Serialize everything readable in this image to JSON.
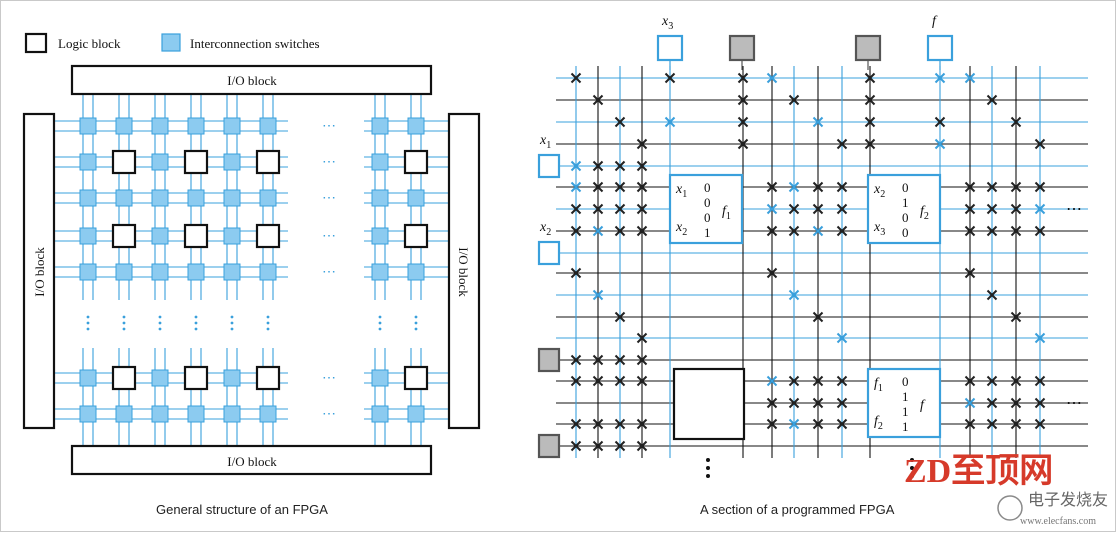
{
  "colors": {
    "blue": "#3aa0dc",
    "switch_fill": "#8ccbf0",
    "black": "#111111",
    "cross_black": "#222222",
    "cross_blue": "#3aa0dc",
    "watermark_red": "#d63a2a",
    "watermark_gray": "#8a8a8a"
  },
  "left": {
    "legend": {
      "logic_block": "Logic block",
      "interconnection_switches": "Interconnection switches"
    },
    "io_block_top": "I/O block",
    "io_block_bottom": "I/O block",
    "io_block_left": "I/O block",
    "io_block_right": "I/O block",
    "ellipsis": "⋯",
    "caption": "General structure of an FPGA"
  },
  "right": {
    "top_pins": [
      {
        "label": "x",
        "sub": "3",
        "color": "blue"
      },
      {
        "label": "",
        "sub": "",
        "color": "gray"
      },
      {
        "label": "",
        "sub": "",
        "color": "gray"
      },
      {
        "label": "f",
        "sub": "",
        "color": "blue"
      }
    ],
    "left_pins": [
      {
        "label": "x",
        "sub": "1",
        "color": "blue"
      },
      {
        "label": "x",
        "sub": "2",
        "color": "blue"
      },
      {
        "label": "",
        "sub": "",
        "color": "gray"
      },
      {
        "label": "",
        "sub": "",
        "color": "gray"
      }
    ],
    "lut1": {
      "input_top": {
        "label": "x",
        "sub": "1"
      },
      "input_bottom": {
        "label": "x",
        "sub": "2"
      },
      "bits": [
        "0",
        "0",
        "0",
        "1"
      ],
      "output": {
        "label": "f",
        "sub": "1"
      }
    },
    "lut2": {
      "input_top": {
        "label": "x",
        "sub": "2"
      },
      "input_bottom": {
        "label": "x",
        "sub": "3"
      },
      "bits": [
        "0",
        "1",
        "0",
        "0"
      ],
      "output": {
        "label": "f",
        "sub": "2"
      }
    },
    "lut3": {
      "input_top": {
        "label": "f",
        "sub": "1"
      },
      "input_bottom": {
        "label": "f",
        "sub": "2"
      },
      "bits": [
        "0",
        "1",
        "1",
        "1"
      ],
      "output": {
        "label": "f",
        "sub": ""
      }
    },
    "ellipsis_h": "⋯",
    "ellipsis_v": "⋮",
    "caption": "A section of a programmed FPGA"
  },
  "watermark": {
    "logo": "ZD至顶网",
    "brand": "电子发烧友",
    "url": "www.elecfans.com"
  }
}
